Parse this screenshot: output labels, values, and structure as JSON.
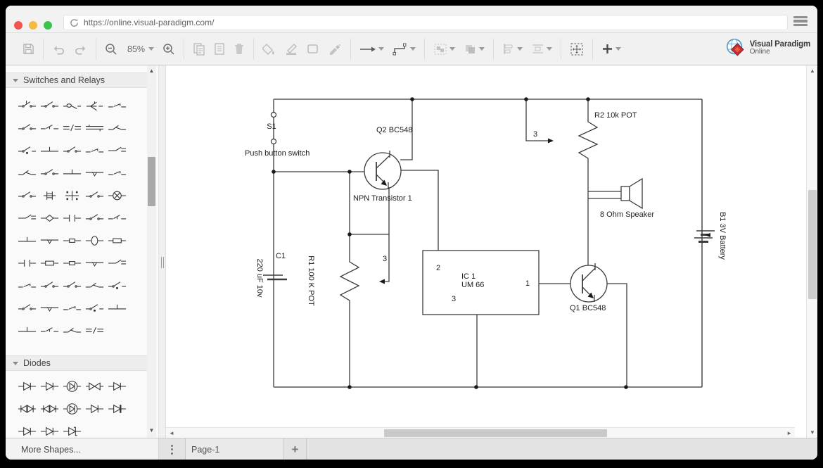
{
  "browser": {
    "url": "https://online.visual-paradigm.com/",
    "traffic_colors": [
      "#f2554f",
      "#f6b942",
      "#3bc24f"
    ]
  },
  "toolbar": {
    "zoom_level": "85%"
  },
  "brand": {
    "line1": "Visual Paradigm",
    "line2": "Online"
  },
  "sidebar": {
    "sections": [
      {
        "label": "Switches and Relays",
        "items": [
          "sw-push",
          "sw-lever",
          "sw-rotary",
          "sw-multi",
          "sw-lever2",
          "sw-lever",
          "sw-tickl",
          "sw-ddash",
          "sw-dline",
          "sw-ysw",
          "sw-dotlv",
          "sw-tsw",
          "sw-lever",
          "sw-lever2",
          "sw-eq",
          "sw-ysw",
          "sw-lever",
          "sw-tsw",
          "sw-tridn",
          "sw-lever2",
          "sw-lever",
          "sw-crossgrid",
          "sw-crossdots",
          "sw-lever",
          "sw-circx",
          "sw-eq",
          "sw-diam",
          "sw-caps",
          "sw-lever",
          "sw-tickl",
          "sw-tsw",
          "sw-tridn",
          "sw-inbox",
          "sw-bigc",
          "sw-box",
          "sw-caps",
          "sw-box",
          "sw-inbox",
          "sw-tridn",
          "sw-eq",
          "sw-lever2",
          "sw-lever",
          "sw-lever",
          "sw-ysw",
          "sw-dotlv",
          "sw-lever",
          "sw-tridn",
          "sw-lever2",
          "sw-dotlv",
          "sw-tsw",
          "sw-tsw",
          "sw-tickl",
          "sw-ysw",
          "sw-ddash"
        ]
      },
      {
        "label": "Diodes",
        "items": [
          "di-basic",
          "di-basic",
          "di-circle",
          "di-bowtie",
          "di-basic",
          "di-dbl",
          "di-dbl",
          "di-circle",
          "di-basic",
          "di-thick",
          "di-basic",
          "di-basic",
          "di-zbar"
        ]
      }
    ],
    "more_shapes": "More Shapes..."
  },
  "canvas": {
    "page_tab": "Page-1",
    "circuit": {
      "s1": "S1",
      "push_button": "Push button switch",
      "q2": "Q2 BC548",
      "npn": "NPN Transistor 1",
      "r2": "R2 10k POT",
      "wiper_r2": "3",
      "speaker": "8 Ohm Speaker",
      "battery": "B1 3V Battery",
      "c1": "C1",
      "c1_value": "220 uF 10v",
      "r1": "R1 100 K POT",
      "wiper_r1": "3",
      "ic_pin2": "2",
      "ic_name": "IC 1",
      "ic_model": "UM 66",
      "ic_pin1": "1",
      "ic_pin3": "3",
      "q1": "Q1 BC548"
    }
  }
}
